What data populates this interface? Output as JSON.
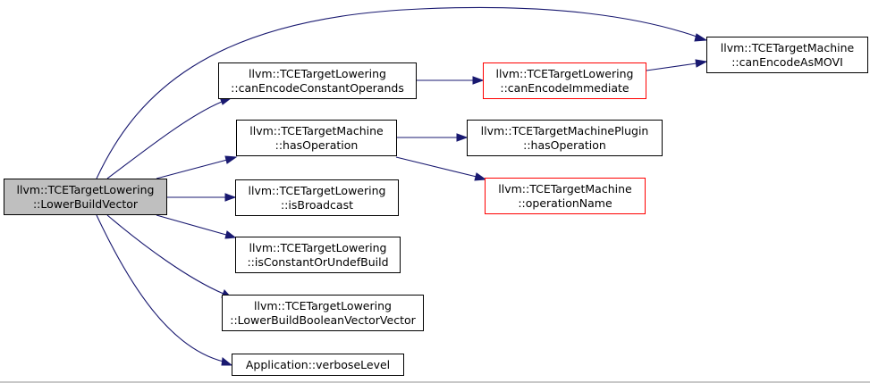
{
  "nodes": {
    "lower_build_vector": {
      "line1": "llvm::TCETargetLowering",
      "line2": "::LowerBuildVector"
    },
    "can_encode_constant_operands": {
      "line1": "llvm::TCETargetLowering",
      "line2": "::canEncodeConstantOperands"
    },
    "can_encode_immediate": {
      "line1": "llvm::TCETargetLowering",
      "line2": "::canEncodeImmediate"
    },
    "can_encode_as_movi": {
      "line1": "llvm::TCETargetMachine",
      "line2": "::canEncodeAsMOVI"
    },
    "has_operation": {
      "line1": "llvm::TCETargetMachine",
      "line2": "::hasOperation"
    },
    "plugin_has_operation": {
      "line1": "llvm::TCETargetMachinePlugin",
      "line2": "::hasOperation"
    },
    "operation_name": {
      "line1": "llvm::TCETargetMachine",
      "line2": "::operationName"
    },
    "is_broadcast": {
      "line1": "llvm::TCETargetLowering",
      "line2": "::isBroadcast"
    },
    "is_constant_or_undef_build": {
      "line1": "llvm::TCETargetLowering",
      "line2": "::isConstantOrUndefBuild"
    },
    "lower_build_boolean_vector_vector": {
      "line1": "llvm::TCETargetLowering",
      "line2": "::LowerBuildBooleanVectorVector"
    },
    "verbose_level": {
      "line1": "Application::verboseLevel"
    }
  },
  "colors": {
    "edge": "#191970",
    "root_fill": "#bfbfbf",
    "highlight_border": "#ff0000"
  }
}
